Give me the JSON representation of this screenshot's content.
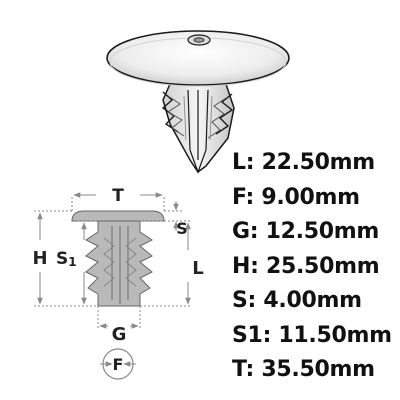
{
  "diagram": {
    "dimension_labels": {
      "T": "T",
      "S": "S",
      "L": "L",
      "H": "H",
      "S1": "S",
      "S1_sub": "1",
      "G": "G",
      "F": "F"
    },
    "specs": [
      {
        "key": "L",
        "value": "22.50mm"
      },
      {
        "key": "F",
        "value": "9.00mm"
      },
      {
        "key": "G",
        "value": "12.50mm"
      },
      {
        "key": "H",
        "value": "25.50mm"
      },
      {
        "key": "S",
        "value": "4.00mm"
      },
      {
        "key": "S1",
        "value": "11.50mm"
      },
      {
        "key": "T",
        "value": "35.50mm"
      }
    ],
    "colors": {
      "part_fill": "#ececec",
      "part_shadow": "#bdbdbd",
      "outline": "#1a1a1a",
      "drawing_fill": "#b9b9b9",
      "dim_line": "#8a8a8a"
    }
  }
}
